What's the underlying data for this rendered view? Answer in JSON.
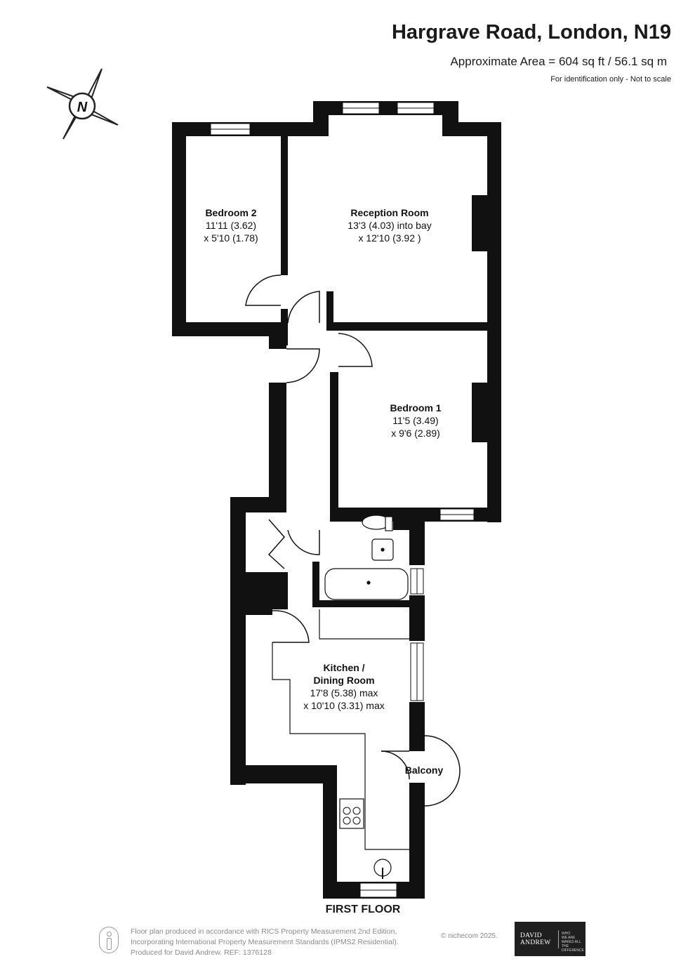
{
  "header": {
    "title": "Hargrave Road, London, N19",
    "area": "Approximate Area = 604 sq ft / 56.1 sq m",
    "note": "For identification only - Not to scale"
  },
  "compass": {
    "label": "N"
  },
  "rooms": {
    "bedroom2": {
      "name": "Bedroom 2",
      "dim1": "11'11 (3.62)",
      "dim2": "x 5'10 (1.78)"
    },
    "reception": {
      "name": "Reception Room",
      "dim1": "13'3 (4.03) into bay",
      "dim2": "x 12'10 (3.92 )"
    },
    "bedroom1": {
      "name": "Bedroom 1",
      "dim1": "11'5 (3.49)",
      "dim2": "x 9'6 (2.89)"
    },
    "kitchen": {
      "name_line1": "Kitchen /",
      "name_line2": "Dining Room",
      "dim1": "17'8 (5.38) max",
      "dim2": "x 10'10 (3.31) max"
    },
    "balcony": {
      "name": "Balcony"
    }
  },
  "floor_label": "FIRST FLOOR",
  "footer": {
    "line1": "Floor plan produced in accordance with RICS Property Measurement 2nd Edition,",
    "line2": "Incorporating International Property Measurement Standards (IPMS2 Residential).",
    "line3": "Produced for David Andrew.   REF: 1376128",
    "copyright": "© nichecom 2025."
  },
  "logo": {
    "line1": "DAVID",
    "line2": "ANDREW",
    "tag1": "WHO",
    "tag2": "WE ARE",
    "tag3": "MAKES ALL",
    "tag4": "THE DIFFERENCE"
  }
}
